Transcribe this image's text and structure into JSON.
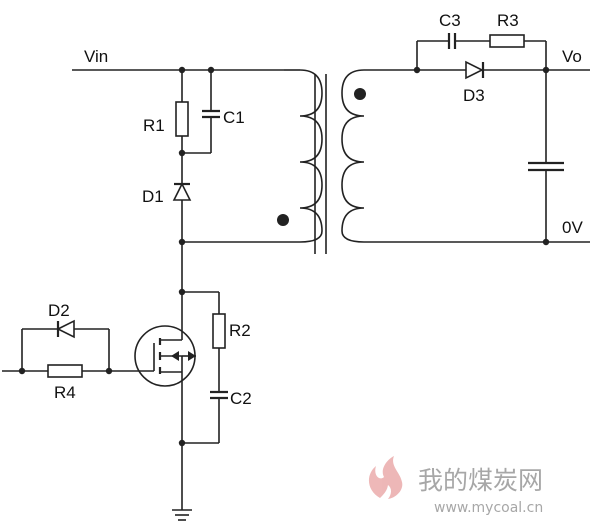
{
  "labels": {
    "vin": "Vin",
    "vo": "Vo",
    "zero_v": "0V",
    "r1": "R1",
    "c1": "C1",
    "d1": "D1",
    "c3": "C3",
    "r3": "R3",
    "d3": "D3",
    "d2": "D2",
    "r4": "R4",
    "r2": "R2",
    "c2": "C2"
  },
  "watermark": {
    "text_cn": "我的煤炭网",
    "url": "www.mycoal.cn"
  }
}
